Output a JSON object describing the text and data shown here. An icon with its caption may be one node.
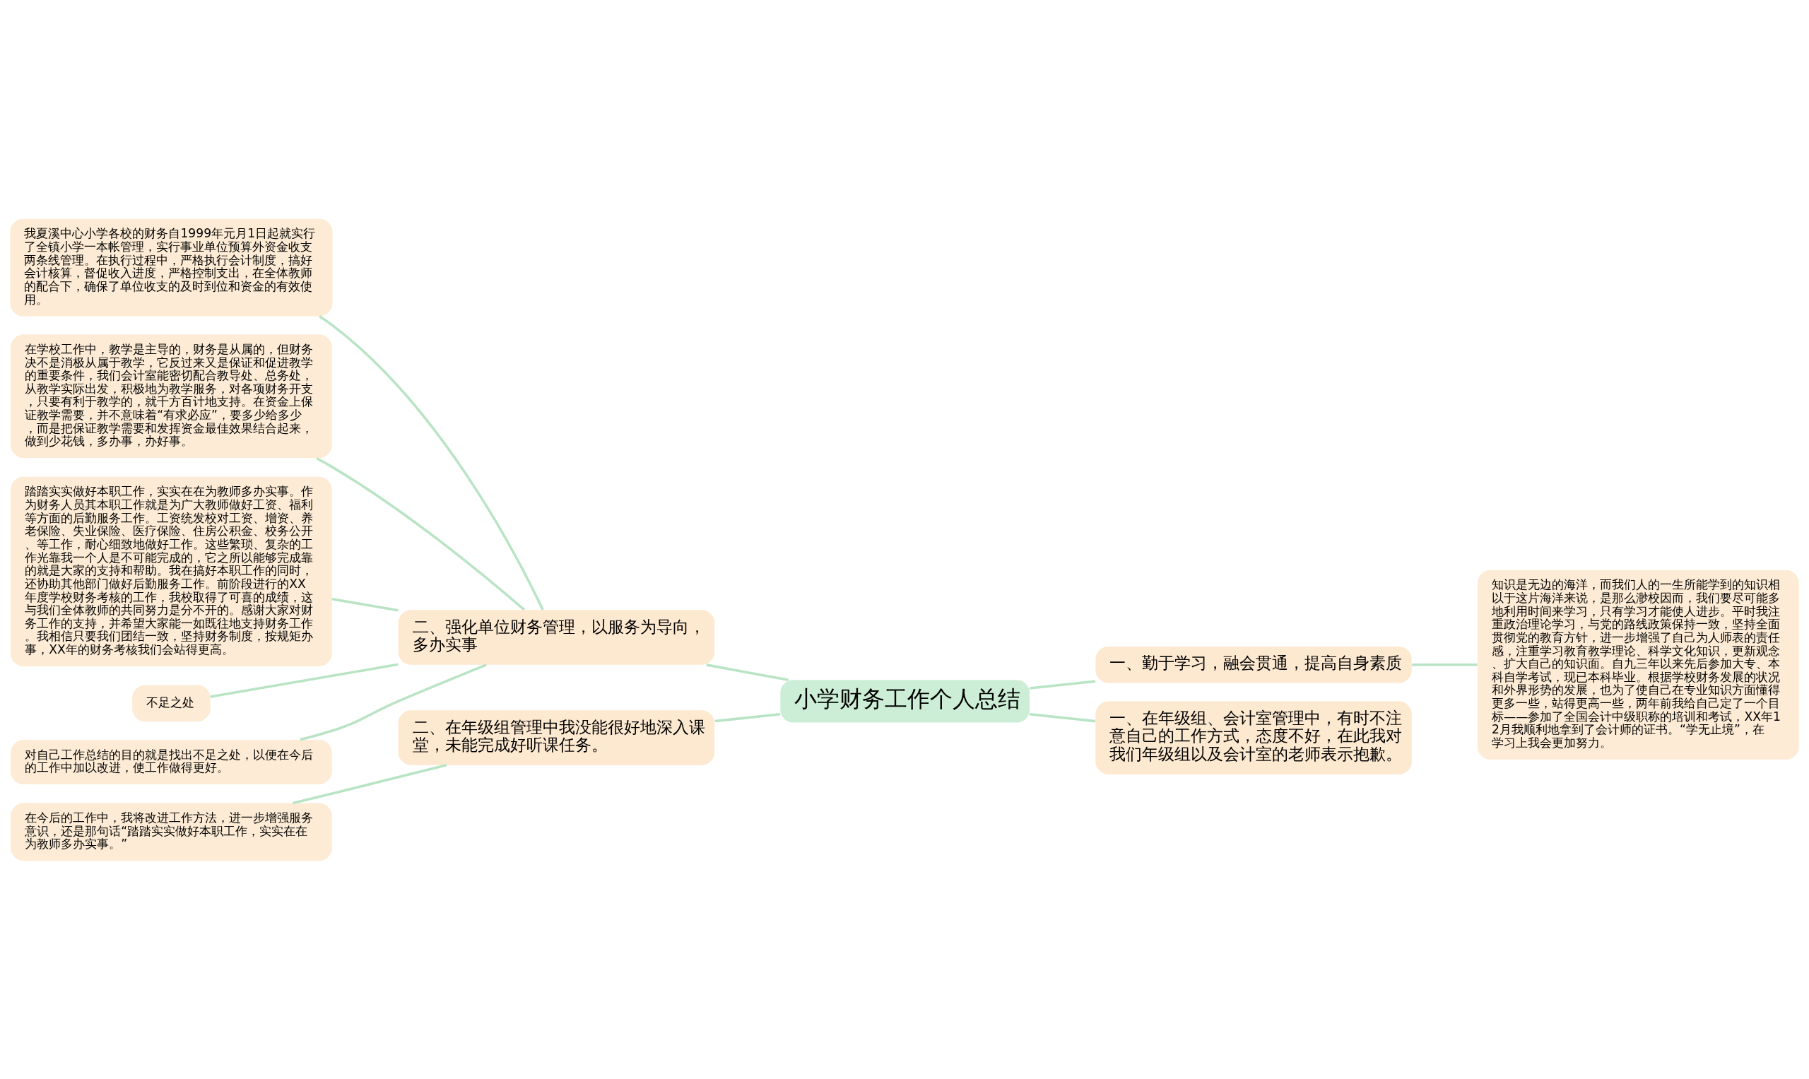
{
  "diagram": {
    "nodes": [
      {
        "text": [
          "小学财务工作个人总结"
        ]
      },
      {
        "text": [
          "二、强化单位财务管理，以服务为导向，多办实事"
        ]
      },
      {
        "text": [
          "我夏溪中心小学各校的财务自1999年元月1日起就实行了全镇小学一本帐管理，实行事业单位预算外资金收支两条线管理。在执行过程中，严格执行会计制度，搞好会计核算，督促收入进度，严格控制支出，在全体教师的配合下，确保了单位收支的及时到位和资金的有效使用。"
        ]
      },
      {
        "text": [
          "在学校工作中，教学是主导的，财务是从属的，但财务决不是消极从属于教学，它反过来又是保证和促进教学的重要条件，我们会计室能密切配合教导处、总务处，从教学实际出发，积极地为教学服务，对各项财务开支，只要有利于教学的，就千方百计地支持。在资金上保证教学需要，并不意味着“有求必应”，要多少给多少，而是把保证教学需要和发挥资金最佳效果结合起来，做到少花钱，多办事，办好事。"
        ]
      },
      {
        "text": [
          "踏踏实实做好本职工作，实实在在为教师多办实事。作为财务人员其本职工作就是为广大教师做好工资、福利等方面的后勤服务工作。工资统发校对工资、增资、养老保险、失业保险、医疗保险、住房公积金、校务公开、等工作，耐心细致地做好工作。这些繁琐、复杂的工作光靠我一个人是不可能完成的，它之所以能够完成靠的就是大家的支持和帮助。我在搞好本职工作的同时，还协助其他部门做好后勤服务工作。前阶段进行的XX年度学校财务考核的工作，我校取得了可喜的成绩，这与我们全体教师的共同努力是分不开的。感谢大家对财务工作的支持，并希望大家能一如既往地支持财务工作。我相信只要我们团结一致，坚持财务制度，按规矩办事，XX年的财务考核我们会站得更高。"
        ]
      },
      {
        "text": [
          "不足之处"
        ]
      },
      {
        "text": [
          "对自己工作总结的目的就是找出不足之处，以便在今后的工作中加以改进，使工作做得更好。"
        ]
      },
      {
        "text": [
          "二、在年级组管理中我没能很好地深入课堂，未能完成好听课任务。"
        ]
      },
      {
        "text": [
          "在今后的工作中，我将改进工作方法，进一步增强服务意识，还是那句话“踏踏实实做好本职工作，实实在在为教师多办实事。”"
        ]
      },
      {
        "text": [
          "一、勤于学习，融会贯通，提高自身素质"
        ]
      },
      {
        "text": [
          "知识是无边的海洋，而我们人的一生所能学到的知识相以于这片海洋来说，是那么渺校因而，我们要尽可能多地利用时间来学习，只有学习才能使人进步。平时我注重政治理论学习，与党的路线政策保持一致，坚持全面贯彻党的教育方针，进一步增强了自己为人师表的责任感，注重学习教育教学理论、科学文化知识，更新观念、扩大自己的知识面。自九三年以来先后参加大专、本科自学考试，现已本科毕业。根据学校财务发展的状况和外界形势的发展，也为了使自己在专业知识方面懂得更多一些，站得更高一些，两年前我给自己定了一个目标——参加了全国会计中级职称的培训和考试，XX年12月我顺利地拿到了会计师的证书。“学无止境”，在学习上我会更加努力。"
        ]
      },
      {
        "text": [
          "一、在年级组、会计室管理中，有时不注意自己的工作方式，态度不好，在此我对我们年级组以及会计室的老师表示抱歉。"
        ]
      }
    ],
    "edges": [
      {
        "from": 0,
        "to": 1,
        "arrow": "none"
      },
      {
        "from": 1,
        "to": 2,
        "arrow": "none"
      },
      {
        "from": 1,
        "to": 3,
        "arrow": "none"
      },
      {
        "from": 1,
        "to": 4,
        "arrow": "none"
      },
      {
        "from": 1,
        "to": 5,
        "arrow": "none"
      },
      {
        "from": 1,
        "to": 6,
        "arrow": "none"
      },
      {
        "from": 0,
        "to": 7,
        "arrow": "none"
      },
      {
        "from": 7,
        "to": 8,
        "arrow": "none"
      },
      {
        "from": 0,
        "to": 9,
        "arrow": "none"
      },
      {
        "from": 9,
        "to": 10,
        "arrow": "none"
      },
      {
        "from": 0,
        "to": 11,
        "arrow": "none"
      }
    ]
  }
}
